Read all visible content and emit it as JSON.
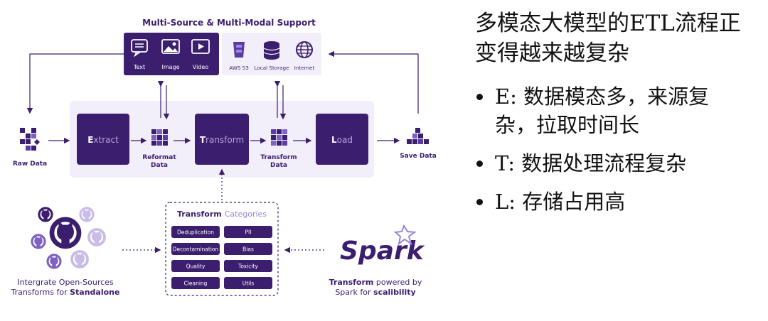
{
  "diagram": {
    "title": "Multi-Source & Multi-Modal Support",
    "modalities": [
      "Text",
      "Image",
      "Video"
    ],
    "storages": [
      "AWS S3",
      "Local Storage",
      "Internet"
    ],
    "raw_data": "Raw Data",
    "extract_first": "E",
    "extract_rest": "xtract",
    "transform_first": "T",
    "transform_rest": "ransform",
    "load_first": "L",
    "load_rest": "oad",
    "reformat_line1": "Reformat",
    "reformat_line2": "Data",
    "transform_data_line1": "Transform",
    "transform_data_line2": "Data",
    "save_data": "Save Data",
    "categories_title_bold": "Transform",
    "categories_title_light": "Categories",
    "categories": [
      "Deduplication",
      "PII",
      "Decontamination",
      "Bias",
      "Quality",
      "Toxicity",
      "Cleaning",
      "Utils"
    ],
    "left_note_line1": "Intergrate Open-Sources",
    "left_note_line2_a": "Transforms for ",
    "left_note_line2_b": "Standalone",
    "spark_logo": "Spark",
    "right_note_line1_a": "Transform",
    "right_note_line1_b": " powered by",
    "right_note_line2_a": "Spark for ",
    "right_note_line2_b": "scalibility"
  },
  "notes": {
    "title_line1": "多模态大模型的ETL流程正",
    "title_line2": "变得越来越复杂",
    "bullets": [
      {
        "line1": "E: 数据模态多，来源复",
        "line2": "杂，拉取时间长"
      },
      {
        "line1": "T: 数据处理流程复杂",
        "line2": ""
      },
      {
        "line1": "L: 存储占用高",
        "line2": ""
      }
    ]
  },
  "colors": {
    "dark_purple": "#3b1e6e",
    "light_lavender": "#f2effa",
    "light_text": "#9b85d8"
  }
}
